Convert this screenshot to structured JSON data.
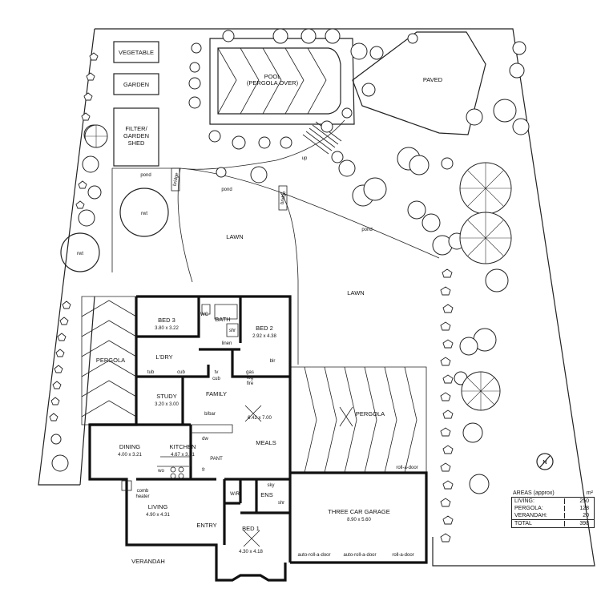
{
  "labels": {
    "vegetable": "VEGETABLE",
    "garden": "GARDEN",
    "filter_shed": [
      "FILTER/",
      "GARDEN",
      "SHED"
    ],
    "pool": "POOL",
    "pool_sub": "(PERGOLA OVER)",
    "paved": "PAVED",
    "up": "up",
    "pond_1": "pond",
    "pond_2": "pond",
    "pond_3": "pond",
    "bridge_1": "bridge",
    "bridge_2": "bridge",
    "rwt_1": "rwt",
    "rwt_2": "rwt",
    "lawn_1": "LAWN",
    "lawn_2": "LAWN",
    "pergola_west": "PERGOLA",
    "pergola_east": "PERGOLA",
    "verandah": "VERANDAH"
  },
  "rooms": {
    "bed3": {
      "name": "BED 3",
      "dims": "3.80 x 3.22"
    },
    "wc": {
      "name": "WC"
    },
    "bath": {
      "name": "BATH"
    },
    "shr1": {
      "name": "shr"
    },
    "linen": {
      "name": "linen"
    },
    "bed2": {
      "name": "BED 2",
      "dims": "2.92 x 4.38"
    },
    "ldry": {
      "name": "L'DRY"
    },
    "tub": {
      "name": "tub"
    },
    "cub1": {
      "name": "cub"
    },
    "tv": {
      "name": "tv"
    },
    "cub2": {
      "name": "cub"
    },
    "gas": {
      "name": "gas"
    },
    "log": {
      "name": "log"
    },
    "fire": {
      "name": "fire"
    },
    "blr": {
      "name": "blr"
    },
    "study": {
      "name": "STUDY",
      "dims": "3.20 x 3.00"
    },
    "family": {
      "name": "FAMILY",
      "dims": "6.42 x 7.00"
    },
    "bbar": {
      "name": "b/bar"
    },
    "meals": {
      "name": "MEALS"
    },
    "dw": {
      "name": "dw"
    },
    "dining": {
      "name": "DINING",
      "dims": "4.00 x 3.21"
    },
    "kitchen": {
      "name": "KITCHEN",
      "dims": "4.67 x 3.21"
    },
    "pant": {
      "name": "PANT"
    },
    "wo": {
      "name": "wo"
    },
    "fr": {
      "name": "fr"
    },
    "comb_heater": [
      "comb",
      "heater"
    ],
    "living": {
      "name": "LIVING",
      "dims": "4.90 x 4.31"
    },
    "wr": {
      "name": "W/R"
    },
    "sky": {
      "name": "sky"
    },
    "ens": {
      "name": "ENS"
    },
    "shr2": {
      "name": "shr"
    },
    "entry": {
      "name": "ENTRY"
    },
    "bed1": {
      "name": "BED 1",
      "dims": "4.30 x 4.18"
    },
    "garage": {
      "name": "THREE CAR GARAGE",
      "dims": "8.90 x 5.60"
    },
    "roll_door_side": "roll-a-door",
    "auto_roll_1": "auto-roll-a-door",
    "auto_roll_2": "auto-roll-a-door",
    "roll_door_front": "roll-a-door"
  },
  "north": {
    "label": "N"
  },
  "areas": {
    "title": "AREAS (approx)",
    "unit": "m²",
    "rows": [
      {
        "label": "LIVING:",
        "value": "250"
      },
      {
        "label": "PERGOLA:",
        "value": "128"
      },
      {
        "label": "VERANDAH:",
        "value": "20"
      }
    ],
    "total_label": "TOTAL",
    "total_value": "398"
  }
}
